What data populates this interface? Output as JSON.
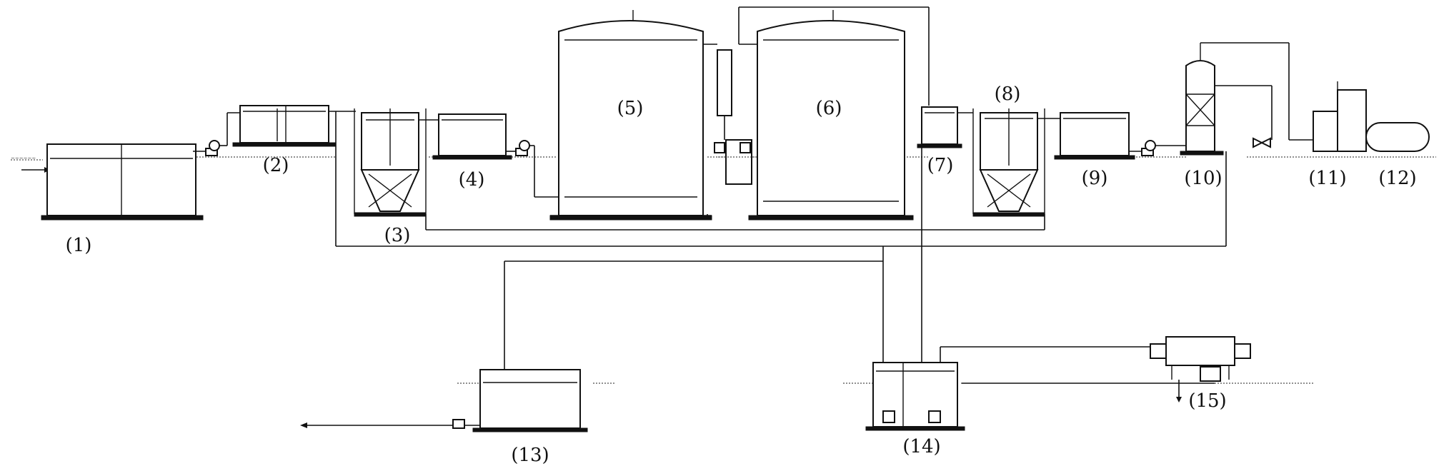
{
  "units": [
    {
      "id": "unit-1",
      "label": "(1)"
    },
    {
      "id": "unit-2",
      "label": "(2)"
    },
    {
      "id": "unit-3",
      "label": "(3)"
    },
    {
      "id": "unit-4",
      "label": "(4)"
    },
    {
      "id": "unit-5",
      "label": "(5)"
    },
    {
      "id": "unit-6",
      "label": "(6)"
    },
    {
      "id": "unit-7",
      "label": "(7)"
    },
    {
      "id": "unit-8",
      "label": "(8)"
    },
    {
      "id": "unit-9",
      "label": "(9)"
    },
    {
      "id": "unit-10",
      "label": "(10)"
    },
    {
      "id": "unit-11",
      "label": "(11)"
    },
    {
      "id": "unit-12",
      "label": "(12)"
    },
    {
      "id": "unit-13",
      "label": "(13)"
    },
    {
      "id": "unit-14",
      "label": "(14)"
    },
    {
      "id": "unit-15",
      "label": "(15)"
    }
  ],
  "colors": {
    "line": "#111111",
    "background": "#ffffff"
  },
  "icons": [
    "pump-icon",
    "valve-icon",
    "blower-icon"
  ]
}
